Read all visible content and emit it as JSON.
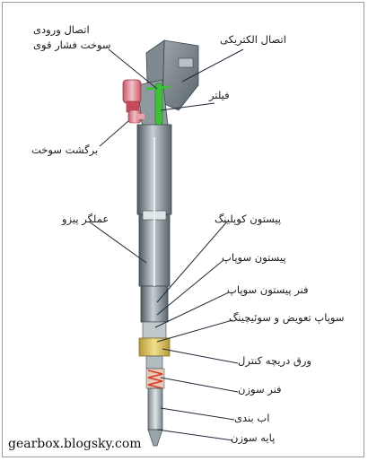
{
  "labels": {
    "inlet_line1": "اتصال ورودی",
    "inlet_line2": "سوخت فشار قوی",
    "electrical_connection": "اتصال الکتریکی",
    "filter": "فیلتر",
    "fuel_return": "برگشت سوخت",
    "piezo_actuator": "عملگر پیزو",
    "coupling_piston": "پیستون کوپلینگ",
    "valve_piston": "پیستون سوپاپ",
    "valve_piston_spring": "فنر پیستون سوپاپ",
    "changeover_valve": "سوپاپ تعویض و سوئیچینگ",
    "throttle_plate": "ورق دریچه کنترل",
    "nozzle_spring": "فنر سوزن",
    "seal": "اب بندی",
    "nozzle_needle": "پایه سوزن"
  },
  "watermark": "gearbox.blogsky.com",
  "colors": {
    "body_dark": "#5f6b72",
    "body_light": "#c9d1d6",
    "metal_mid": "#9aa5ab",
    "filter_green": "#3fbf3a",
    "return_pink": "#e8a3ad",
    "return_red": "#c94a5a",
    "nozzle_yellow": "#e3cf74",
    "spring_red": "#d43a2a",
    "leader_line": "#1e2a38"
  }
}
